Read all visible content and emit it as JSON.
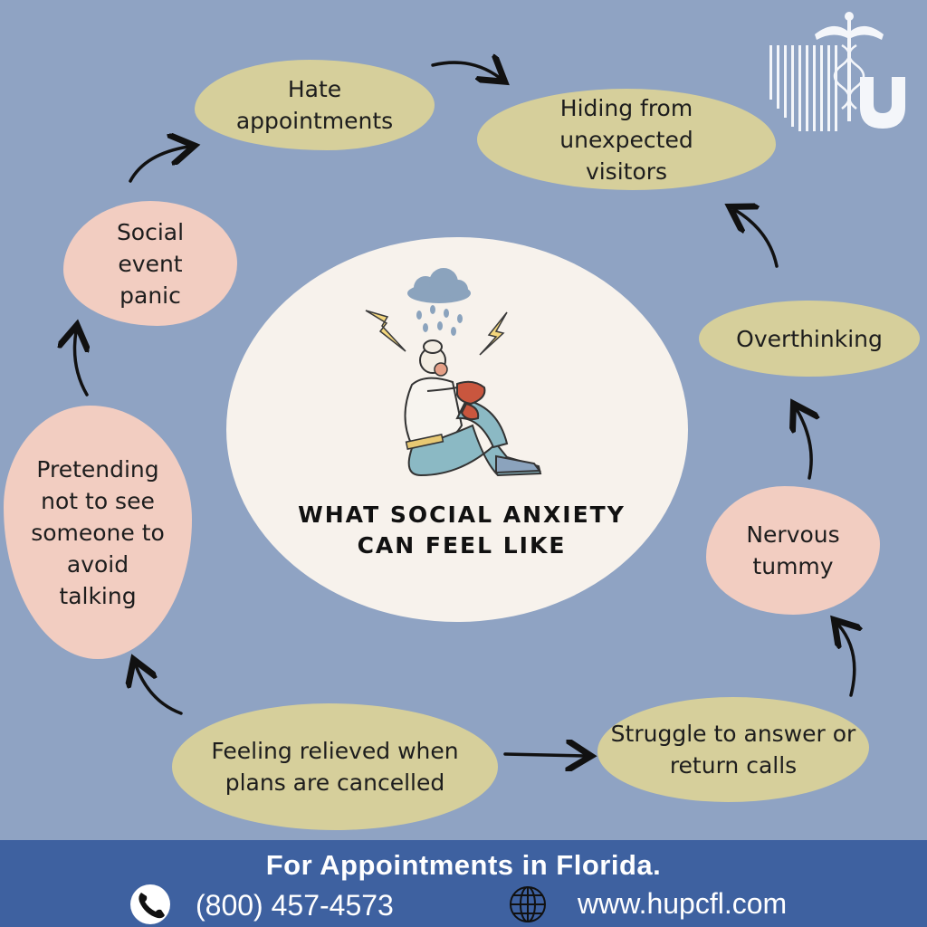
{
  "title": "WHAT SOCIAL ANXIETY CAN FEEL LIKE",
  "items": [
    {
      "label": "Hate appointments"
    },
    {
      "label": "Hiding from unexpected visitors"
    },
    {
      "label": "Overthinking"
    },
    {
      "label": "Nervous tummy"
    },
    {
      "label": "Struggle to answer or return calls"
    },
    {
      "label": "Feeling relieved when plans are cancelled"
    },
    {
      "label": "Pretending not to see someone to avoid talking"
    },
    {
      "label": "Social event panic"
    }
  ],
  "footer": {
    "heading": "For Appointments in Florida.",
    "phone": "(800) 457-4573",
    "website": "www.hupcfl.com"
  },
  "colors": {
    "background": "#8fa3c3",
    "olive_bubble": "#d6cf9b",
    "pink_bubble": "#f2cdc1",
    "center": "#f7f2ec",
    "footer": "#3e61a0"
  },
  "icons": [
    "logo-caduceus-icon",
    "raincloud-icon",
    "lightning-icon",
    "phone-icon",
    "globe-icon"
  ]
}
